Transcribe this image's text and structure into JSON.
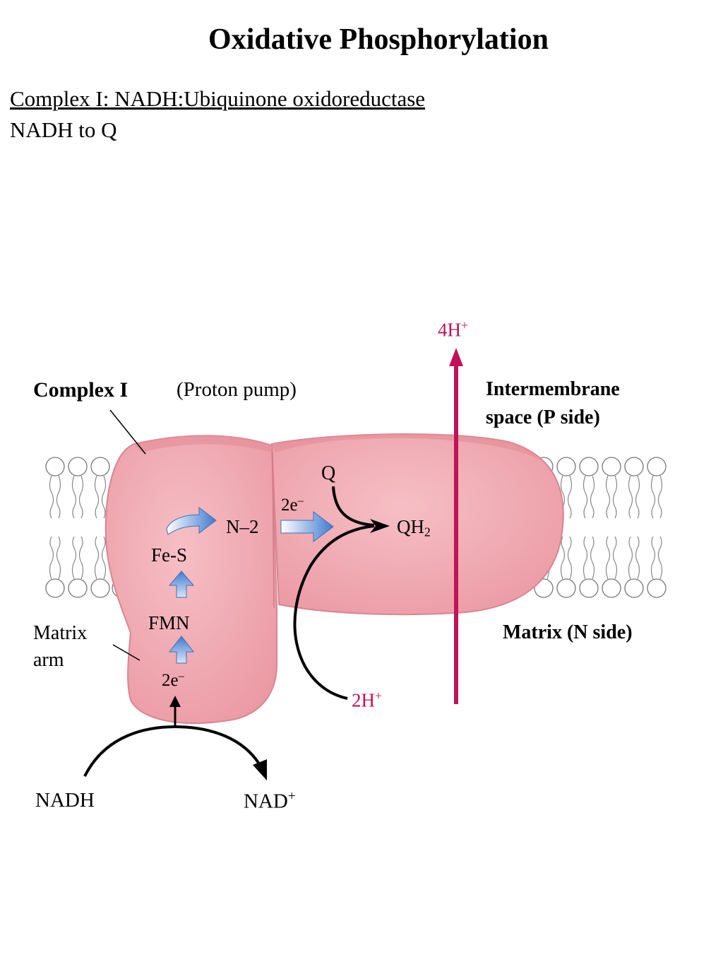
{
  "page": {
    "title": "Oxidative Phosphorylation",
    "subtitle": "Complex I:  NADH:Ubiquinone oxidoreductase",
    "subline": "NADH to Q"
  },
  "diagram": {
    "complex_label": "Complex I",
    "proton_pump": "(Proton pump)",
    "intermembrane_line1": "Intermembrane",
    "intermembrane_line2a": "space (",
    "intermembrane_p": "P",
    "intermembrane_line2b": " side)",
    "matrix_side_a": "Matrix (",
    "matrix_side_n": "N",
    "matrix_side_b": " side)",
    "matrix_arm_line1": "Matrix",
    "matrix_arm_line2": "arm",
    "fes": "Fe-S",
    "fmn": "FMN",
    "n2": "N–2",
    "two_e_top": "2e",
    "two_e_bottom": "2e",
    "e_sup": "–",
    "q": "Q",
    "qh2_base": "QH",
    "qh2_sub": "2",
    "four_h_base": "4H",
    "two_h_base": "2H",
    "h_sup": "+",
    "nadh": "NADH",
    "nad_base": "NAD",
    "nad_sup": "+",
    "colors": {
      "protein": "#f0a6ae",
      "protein_edge": "#d98591",
      "proton": "#c0135a",
      "electron_arrow": "#5a8fd6"
    }
  }
}
